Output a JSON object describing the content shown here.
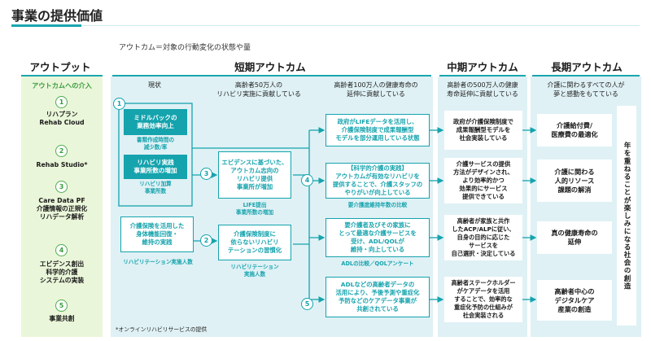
{
  "header": {
    "title": "事業の提供価値",
    "subtitle": "アウトカム＝対象の行動変化の状態や量"
  },
  "columns": {
    "output": "アウトプット",
    "short": "短期アウトカム",
    "mid": "中期アウトカム",
    "long": "長期アウトカム"
  },
  "output": {
    "intro": "アウトカムへの介入",
    "items": [
      {
        "num": "1",
        "label": "リハプラン\nRehab Cloud"
      },
      {
        "num": "2",
        "label": "Rehab Studio*"
      },
      {
        "num": "3",
        "label": "Care Data PF\n介護情報の正規化\nリハデータ解析"
      },
      {
        "num": "4",
        "label": "エビデンス創出\n科学的介護\nシステムの実装"
      },
      {
        "num": "5",
        "label": "事業共創"
      }
    ]
  },
  "short": {
    "col1_head": "現状",
    "col2_head": "高齢者50万人の\nリハビリ実施に貢献している",
    "col3_head": "高齢者100万人の健康寿命の\n延伸に貢献している",
    "c1_box1": "ミドルバックの\n業務効率向上",
    "c1_note1": "書類作成時間の\n減少数/率",
    "c1_box2": "リハビリ実践\n事業所数の増加",
    "c1_note2": "リハビリ加算\n事業所数",
    "c1_box3": "介護保険を活用した\n身体機能回復・\n維持の実践",
    "c1_note3": "リハビリテーション実施人数",
    "c2_box1": "エビデンスに基づいた、\nアウトカム志向の\nリハビリ提供\n事業所が増加",
    "c2_note1": "LIFE提出\n事業所数の増加",
    "c2_box2": "介護保険制度に\n依らないリハビリ\nテーションの習慣化",
    "c2_note2": "リハビリテーション\n実施人数",
    "c3_box1": "政府がLIFEデータを活用し、\n介護保険制度で成果報酬型\nモデルを部分運用している状態",
    "c3_box2": "【科学的介護の実践】\nアウトカムが有効なリハビリを\n提供することで、介護スタッフの\nやりがいが向上している",
    "c3_note2": "要介護度維持年数の比較",
    "c3_box3": "要介護者及びその家族に\nとって最適な介護サービスを\n受け、ADL/QOLが\n維持・向上している",
    "c3_note3": "ADLの比較／QOLアンケート",
    "c3_box4": "ADLなどの高齢者データの\n活用により、予後予測や重症化\n予防などのケアデータ事業が\n共創されている",
    "footnote": "*オンラインリハビリサービスの提供"
  },
  "mid": {
    "head": "高齢者の500万人の健康\n寿命延伸に貢献している",
    "items": [
      "政府が介護保険制度で\n成果報酬型モデルを\n社会実装している",
      "介護サービスの提供\n方法がデザインされ、\nより効率的かつ\n効果的にサービス\n提供できている",
      "高齢者が家族と共作\nしたACP/ALPに従い、\n自身の目的に応じた\nサービスを\n自己選択・決定している",
      "高齢者ステークホルダー\nがケアデータを活用\nすることで、効率的な\n重症化予防の仕組みが\n社会実装される"
    ]
  },
  "long": {
    "head": "介護に関わるすべての人が\n夢と感動をもてている",
    "items": [
      "介護給付費/\n医療費の最適化",
      "介護に関わる\n人的リソース\n課題の解消",
      "真の健康寿命の\n延伸",
      "高齢者中心の\nデジタルケア\n産業の創造"
    ],
    "vertical": "年を重ねることが楽しみになる社会の創造"
  },
  "short_circles": [
    "1",
    "3",
    "2",
    "4",
    "5"
  ]
}
